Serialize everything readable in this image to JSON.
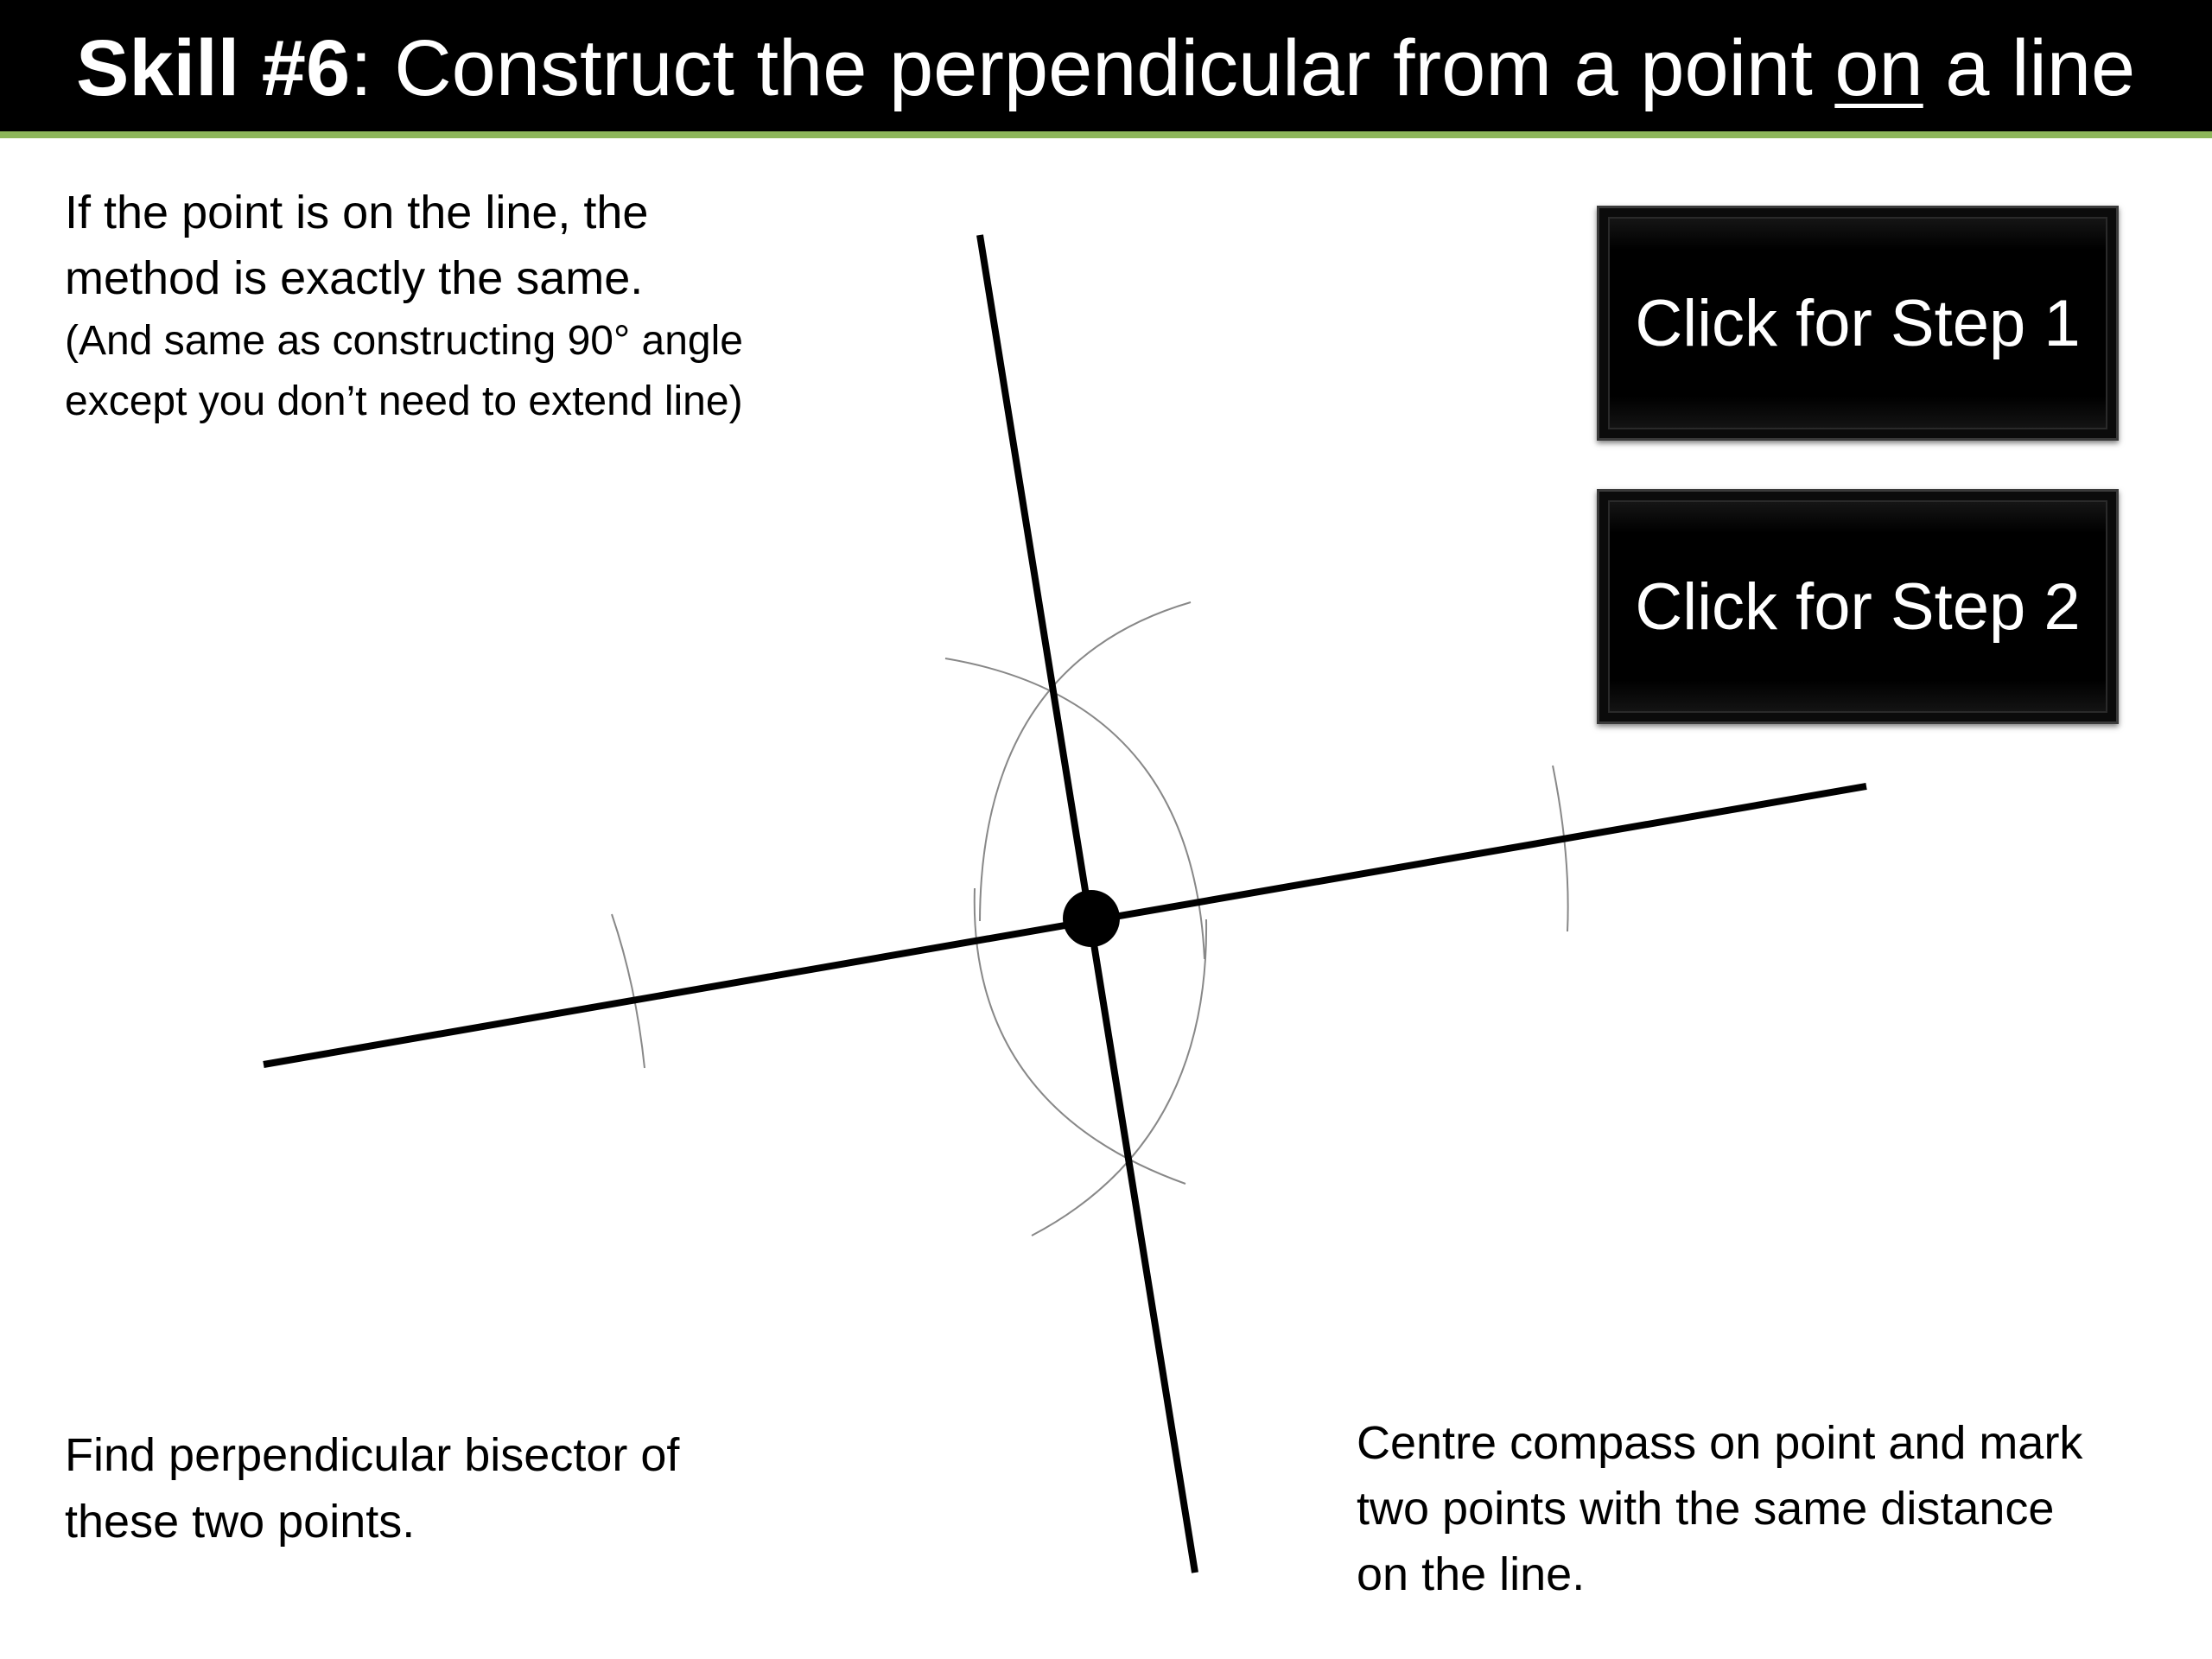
{
  "title": {
    "prefix": "Skill #6",
    "separator": ": ",
    "main_before": "Construct the perpendicular from a point ",
    "main_underlined": "on",
    "main_after": " a line"
  },
  "intro": {
    "line1": "If the point is on the line, the",
    "line2": "method is exactly the same.",
    "line3": "(And same as constructing 90° angle",
    "line4": "except you don’t need to extend line)"
  },
  "buttons": {
    "step1_label": "Click for Step 1",
    "step2_label": "Click for Step 2"
  },
  "notes": {
    "left_line1": "Find perpendicular bisector of",
    "left_line2": "these two points.",
    "right_line1": "Centre compass on point and mark",
    "right_line2": "two points with the same distance",
    "right_line3": "on the line."
  },
  "colors": {
    "title_bar": "#000000",
    "accent_stripe": "#8db65a",
    "button_bg": "#000000",
    "text": "#000000",
    "arc": "#888888"
  }
}
